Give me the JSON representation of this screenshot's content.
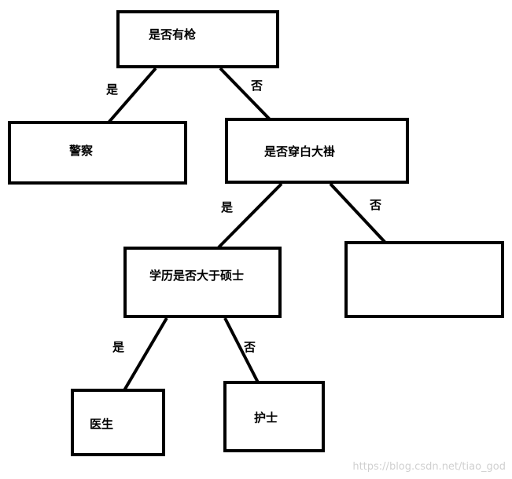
{
  "diagram": {
    "nodes": {
      "root": "是否有枪",
      "police": "警察",
      "white_coat": "是否穿白大褂",
      "degree": "学历是否大于硕士",
      "empty": "",
      "doctor": "医生",
      "nurse": "护士"
    },
    "edges": {
      "root_yes": "是",
      "root_no": "否",
      "coat_yes": "是",
      "coat_no": "否",
      "degree_yes": "是",
      "degree_no": "否"
    }
  },
  "watermark": "https://blog.csdn.net/tiao_god"
}
